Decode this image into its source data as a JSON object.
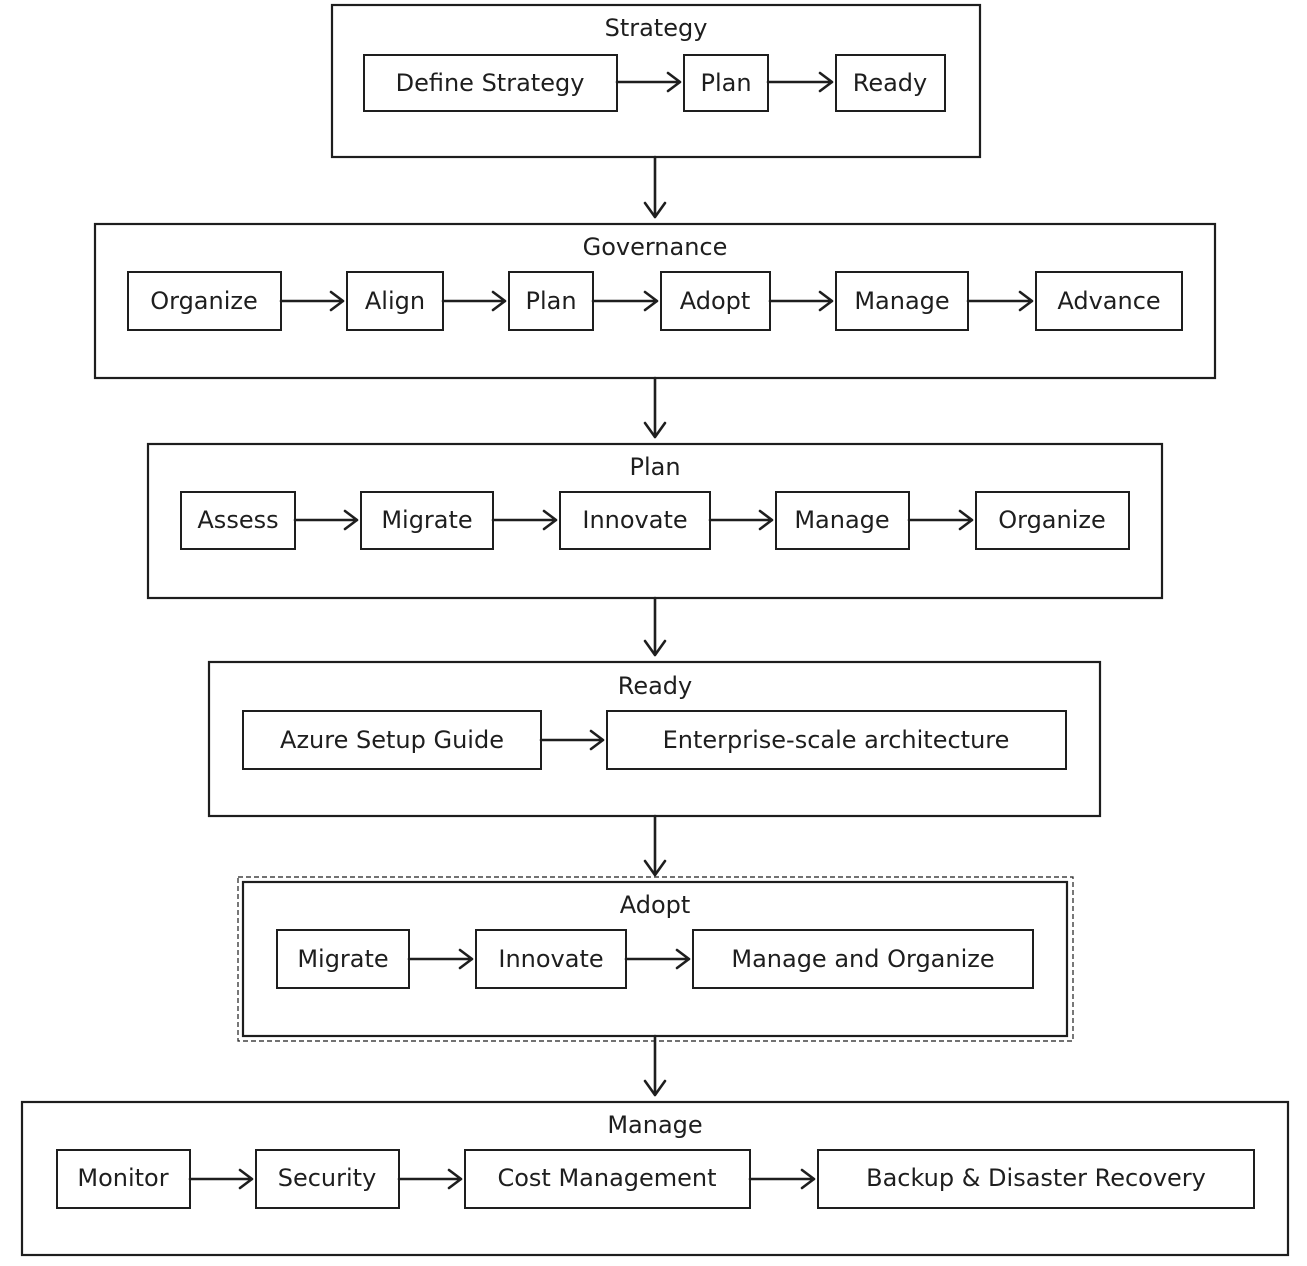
{
  "stages": [
    {
      "id": "strategy",
      "title": "Strategy",
      "steps": [
        "Define Strategy",
        "Plan",
        "Ready"
      ]
    },
    {
      "id": "governance",
      "title": "Governance",
      "steps": [
        "Organize",
        "Align",
        "Plan",
        "Adopt",
        "Manage",
        "Advance"
      ]
    },
    {
      "id": "plan",
      "title": "Plan",
      "steps": [
        "Assess",
        "Migrate",
        "Innovate",
        "Manage",
        "Organize"
      ]
    },
    {
      "id": "ready",
      "title": "Ready",
      "steps": [
        "Azure Setup Guide",
        "Enterprise-scale architecture"
      ]
    },
    {
      "id": "adopt",
      "title": "Adopt",
      "steps": [
        "Migrate",
        "Innovate",
        "Manage and Organize"
      ]
    },
    {
      "id": "manage",
      "title": "Manage",
      "steps": [
        "Monitor",
        "Security",
        "Cost Management",
        "Backup & Disaster Recovery"
      ]
    }
  ],
  "colors": {
    "stroke": "#1e1e1e",
    "background": "#ffffff"
  }
}
